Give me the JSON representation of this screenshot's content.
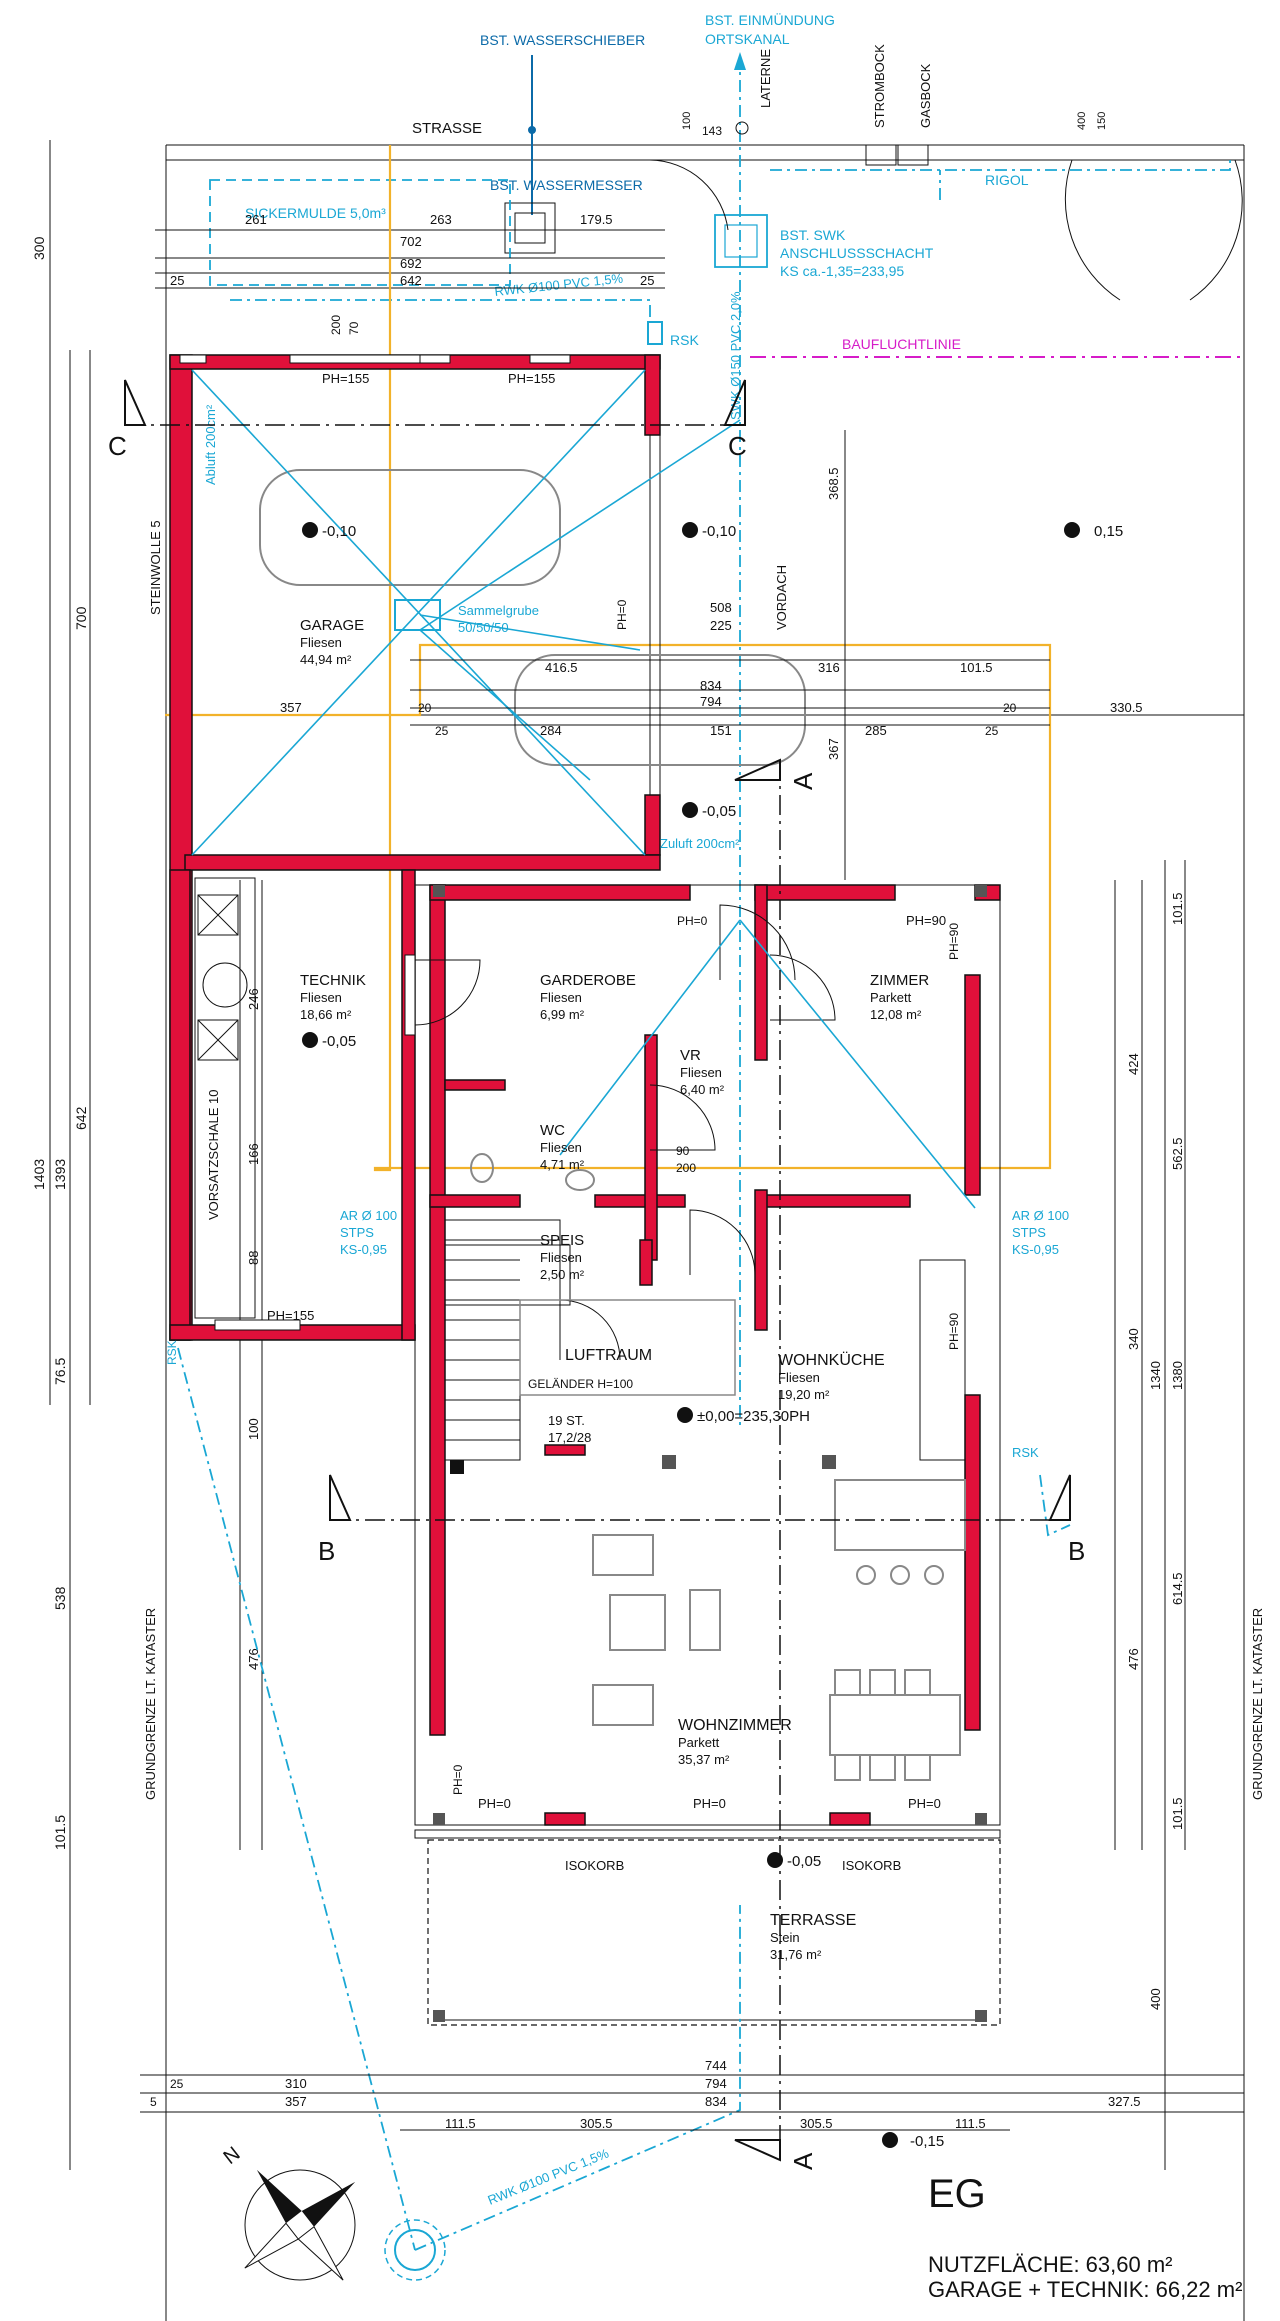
{
  "top": {
    "strasse": "STRASSE",
    "wasserschieber": "BST. WASSERSCHIEBER",
    "einmuendung_1": "BST. EINMÜNDUNG",
    "einmuendung_2": "ORTSKANAL",
    "laterne": "LATERNE",
    "strombock": "STROMBOCK",
    "gasbock": "GASBOCK",
    "wassermesser": "BST. WASSERMESSER",
    "sickermulde": "SICKERMULDE 5,0m³",
    "rigol": "RIGOL",
    "swk_1": "BST. SWK",
    "swk_2": "ANSCHLUSSSCHACHT",
    "swk_3": "KS ca.-1,35=233,95",
    "rwk_top": "RWK Ø100 PVC 1,5%",
    "swk_vert": "SWK Ø150 PVC 2,0%",
    "rsk": "RSK",
    "baufluchtlinie": "BAUFLUCHTLINIE",
    "dim_261": "261",
    "dim_263": "263",
    "dim_179_5": "179.5",
    "dim_702": "702",
    "dim_692": "692",
    "dim_642": "642",
    "dim_25a": "25",
    "dim_25b": "25",
    "dim_143": "143",
    "dim_100": "100",
    "dim_150": "150",
    "dim_400": "400"
  },
  "section_markers": {
    "c": "C",
    "b": "B",
    "a": "A"
  },
  "rooms": {
    "garage": {
      "name": "GARAGE",
      "floor": "Fliesen",
      "area": "44,94 m²"
    },
    "technik": {
      "name": "TECHNIK",
      "floor": "Fliesen",
      "area": "18,66 m²"
    },
    "garderobe": {
      "name": "GARDEROBE",
      "floor": "Fliesen",
      "area": "6,99 m²"
    },
    "vr": {
      "name": "VR",
      "floor": "Fliesen",
      "area": "6,40 m²"
    },
    "wc": {
      "name": "WC",
      "floor": "Fliesen",
      "area": "4,71 m²"
    },
    "zimmer": {
      "name": "ZIMMER",
      "floor": "Parkett",
      "area": "12,08 m²"
    },
    "speis": {
      "name": "SPEIS",
      "floor": "Fliesen",
      "area": "2,50 m²"
    },
    "wohnkueche": {
      "name": "WOHNKÜCHE",
      "floor": "Fliesen",
      "area": "19,20 m²"
    },
    "wohnzimmer": {
      "name": "WOHNZIMMER",
      "floor": "Parkett",
      "area": "35,37 m²"
    },
    "terrasse": {
      "name": "TERRASSE",
      "floor": "Stein",
      "area": "31,76 m²"
    }
  },
  "levels": {
    "garage": "-0,10",
    "vordach": "-0,10",
    "right_lawn": "0,15",
    "carport": "-0,05",
    "technik": "-0,05",
    "ffb": "±0,00=235,30PH",
    "terrasse": "-0,05",
    "bottom": "-0,15"
  },
  "notes": {
    "abluft": "Abluft 200cm²",
    "zuluft": "Zuluft 200cm²",
    "sammelgrube_1": "Sammelgrube",
    "sammelgrube_2": "50/50/50",
    "steinwolle": "STEINWOLLE 5",
    "vorsatzschale": "VORSATZSCHALE 10",
    "vordach": "VORDACH",
    "luftraum": "LUFTRAUM",
    "gelaender": "GELÄNDER H=100",
    "stairs_1": "19 ST.",
    "stairs_2": "17,2/28",
    "ar_left_1": "AR Ø 100",
    "ar_left_2": "STPS",
    "ar_left_3": "KS-0,95",
    "ar_right_1": "AR Ø 100",
    "ar_right_2": "STPS",
    "ar_right_3": "KS-0,95",
    "rsk_right": "RSK",
    "rsk_left": "RSK",
    "isokorb_1": "ISOKORB",
    "isokorb_2": "ISOKORB",
    "grundgrenze_l": "GRUNDGRENZE LT. KATASTER",
    "grundgrenze_r": "GRUNDGRENZE LT. KATASTER",
    "rwk_bottom": "RWK Ø100 PVC 1,5%",
    "ph155_1": "PH=155",
    "ph155_2": "PH=155",
    "ph155_3": "PH=155",
    "ph0_a": "PH=0",
    "ph0_b": "PH=0",
    "ph0_c": "PH=0",
    "ph0_d": "PH=0",
    "ph90_a": "PH=90",
    "ph90_b": "PH=90",
    "ph90_c": "PH=90",
    "ph0_top": "PH=0",
    "ph0_garage": "PH=0",
    "door_90_200": "90",
    "door_90_200b": "200"
  },
  "dims_garage": {
    "d_368_5": "368.5",
    "d_508": "508",
    "d_225": "225",
    "d_416_5": "416.5",
    "d_316": "316",
    "d_101_5": "101.5",
    "d_834": "834",
    "d_794": "794",
    "d_357": "357",
    "d_330_5": "330.5",
    "d_284": "284",
    "d_151": "151",
    "d_285": "285",
    "d_20a": "20",
    "d_20b": "20",
    "d_25a": "25",
    "d_25b": "25",
    "d_367": "367",
    "d_200_70a": "200",
    "d_200_70b": "70"
  },
  "dims_left": {
    "d_300": "300",
    "d_700": "700",
    "d_1403": "1403",
    "d_1393": "1393",
    "d_642": "642",
    "d_76_5": "76.5",
    "d_538": "538",
    "d_101_5": "101.5",
    "d_246": "246",
    "d_166": "166",
    "d_88": "88",
    "d_476": "476",
    "d_100": "100"
  },
  "dims_right": {
    "d_101_5a": "101.5",
    "d_424": "424",
    "d_562_5": "562.5",
    "d_340": "340",
    "d_1340": "1340",
    "d_1380": "1380",
    "d_614_5": "614.5",
    "d_476": "476",
    "d_101_5b": "101.5",
    "d_400": "400"
  },
  "dims_bottom": {
    "d_744": "744",
    "d_794": "794",
    "d_834": "834",
    "d_310": "310",
    "d_357": "357",
    "d_327_5": "327.5",
    "d_111_5a": "111.5",
    "d_305_5a": "305.5",
    "d_305_5b": "305.5",
    "d_111_5b": "111.5",
    "d_25": "25",
    "d_5": "5"
  },
  "footer": {
    "north": "N",
    "floor": "EG",
    "nutz": "NUTZFLÄCHE: 63,60 m²",
    "garage_tech": "GARAGE + TECHNIK: 66,22 m²"
  },
  "colors": {
    "wall": "#e0103a",
    "cyan": "#1aa7d4",
    "orange": "#f2b22a",
    "magenta": "#d61cc8"
  }
}
